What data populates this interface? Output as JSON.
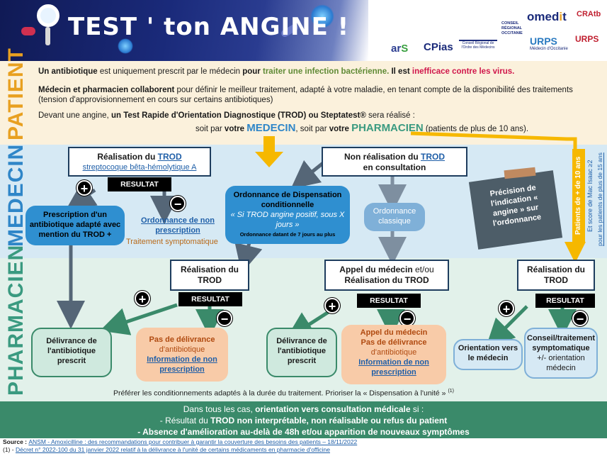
{
  "header": {
    "title": "TEST ' ton ANGINE !",
    "logos": [
      "omedit",
      "CRAtb",
      "ars",
      "CPias",
      "Conseil Régional de l'Ordre des Médecins",
      "CONSEIL RÉGIONAL OCCITANIE",
      "URPS Médecin d'Occitanie",
      "URPS"
    ]
  },
  "sections": {
    "patient": "PATIENT",
    "medecin": "MEDECIN",
    "pharmacien": "PHARMACIEN"
  },
  "patient": {
    "l1_a": "Un antibiotique",
    "l1_b": " est uniquement prescrit par le médecin ",
    "l1_c": "pour",
    "l1_d": " traiter une infection bactérienne.",
    "l1_e": "  Il est ",
    "l1_f": "inefficace contre les virus.",
    "l2_a": "Médecin et pharmacien collaborent",
    "l2_b": " pour définir le meilleur traitement, adapté à votre maladie, en tenant compte de  la disponibilité des traitements",
    "l3": "(tension d'approvisionnement en cours sur certains antibiotiques)",
    "l4_a": "Devant une angine, ",
    "l4_b": "un Test Rapide d'Orientation Diagnostique (TROD) ou Steptatest®",
    "l4_c": " sera réalisé :",
    "l5_a": "soit par ",
    "l5_b": "votre ",
    "l5_c": "MEDECIN",
    "l5_d": ", soit par ",
    "l5_e": "votre ",
    "l5_f": "PHARMACIEN",
    "l5_g": " (patients de plus de 10 ans)."
  },
  "medecin": {
    "trod_box_title": "Réalisation du ",
    "trod_word": "TROD",
    "trod_box_sub": "streptocoque bêta-hémolytique A",
    "non_trod_title": "Non réalisation du ",
    "non_trod_sub": "en consultation",
    "resultat": "RESULTAT",
    "prescription": "Prescription d'un antibiotique adapté avec mention du TROD +",
    "ordonnance_non": "Ordonnance de non prescription",
    "traitement_sympto": "Traitement symptomatique",
    "ord_cond_title": "Ordonnance de Dispensation conditionnelle",
    "ord_cond_quote": "« Si TROD angine positif, sous X jours  »",
    "ord_cond_note": "Ordonnance datant de 7 jours au plus",
    "ord_classique": "Ordonnance classique",
    "precision": "Précision de l'indication « angine » sur l'ordonnance",
    "side_1": "Patients de + de 10 ans",
    "side_2": "Et score de Mac Isaac ≥2",
    "side_3": "pour les patients de plus de 15 ans"
  },
  "pharmacien": {
    "trod1": "Réalisation du TROD",
    "appel": "Appel du médecin et/ou Réalisation du TROD",
    "appel_b": "Appel du médecin",
    "appel_c": " et/ou",
    "trod3": "Réalisation du TROD",
    "resultat": "RESULTAT",
    "delivrance1": "Délivrance de l'antibiotique prescrit",
    "pas_deliv_1": "Pas de délivrance",
    "pas_deliv_2": "d'antibiotique",
    "info_non": "Information de non prescription",
    "delivrance2": "Délivrance de l'antibiotique prescrit",
    "appel_med": "Appel du médecin",
    "pas_deliv_b": "Pas de délivrance",
    "orientation": "Orientation vers le médecin",
    "conseil_1": "Conseil/traitement symptomatique",
    "conseil_2": "+/- orientation médecin",
    "preferer": "Préférer les conditionnements adaptés à la durée du traitement. Prioriser la « Dispensation à l'unité »",
    "note_ref": "(1)"
  },
  "footer": {
    "l1_a": "Dans tous les cas, ",
    "l1_b": "orientation vers consultation médicale",
    "l1_c": " si :",
    "l2_a": "- Résultat du ",
    "l2_b": "TROD non interprétable,  non réalisable ou refus du patient",
    "l3": "- Absence d'amélioration  au-delà de 48h et/ou apparition de nouveaux symptômes"
  },
  "source": {
    "label": "Source : ",
    "s1": "ANSM - Amoxicilline : des recommandations pour contribuer à garantir la couverture des besoins des patients – 18/11/2022",
    "s2_pre": "(1) - ",
    "s2": "Décret n° 2022-100 du 31 janvier 2022 relatif à la délivrance à l'unité de certains médicaments en pharmacie d'officine"
  },
  "colors": {
    "navy": "#1a2a7a",
    "patient_bg": "#fbf1dc",
    "medecin_bg": "#d6e9f4",
    "pharma_bg": "#e2f1ea",
    "orange_label": "#e8a020",
    "blue_label": "#2f86c8",
    "green_label": "#3a9a80",
    "green_arrow": "#3a8a6a",
    "arrow_grey": "#556677",
    "yellow": "#f6b800"
  }
}
